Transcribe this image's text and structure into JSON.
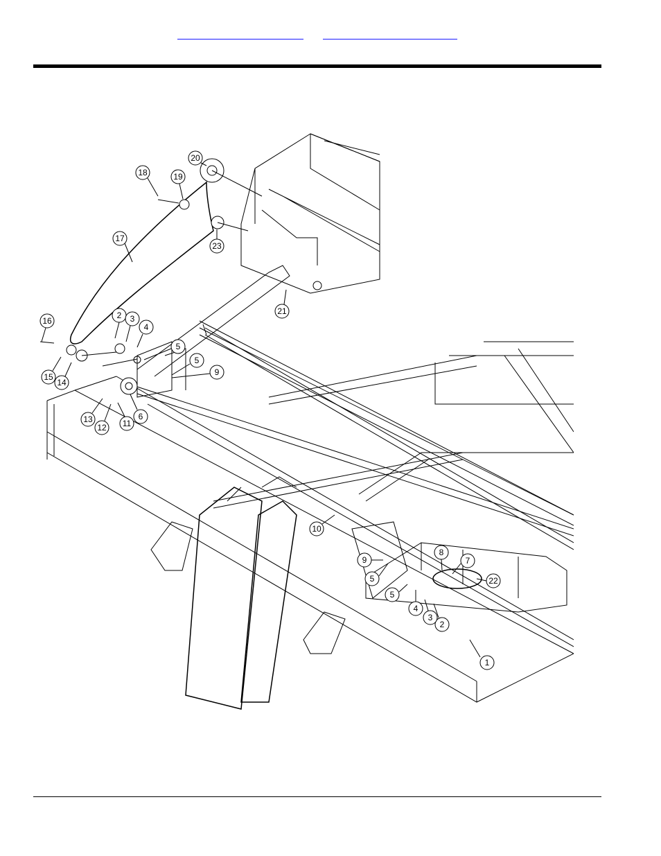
{
  "header": {
    "links": [
      {
        "label": ""
      },
      {
        "label": ""
      }
    ]
  },
  "callouts": [
    {
      "num": "1"
    },
    {
      "num": "2"
    },
    {
      "num": "2"
    },
    {
      "num": "3"
    },
    {
      "num": "3"
    },
    {
      "num": "4"
    },
    {
      "num": "4"
    },
    {
      "num": "5"
    },
    {
      "num": "5"
    },
    {
      "num": "5"
    },
    {
      "num": "5"
    },
    {
      "num": "6"
    },
    {
      "num": "7"
    },
    {
      "num": "8"
    },
    {
      "num": "9"
    },
    {
      "num": "9"
    },
    {
      "num": "10"
    },
    {
      "num": "11"
    },
    {
      "num": "12"
    },
    {
      "num": "13"
    },
    {
      "num": "14"
    },
    {
      "num": "15"
    },
    {
      "num": "16"
    },
    {
      "num": "17"
    },
    {
      "num": "18"
    },
    {
      "num": "19"
    },
    {
      "num": "20"
    },
    {
      "num": "21"
    },
    {
      "num": "22"
    },
    {
      "num": "23"
    }
  ]
}
